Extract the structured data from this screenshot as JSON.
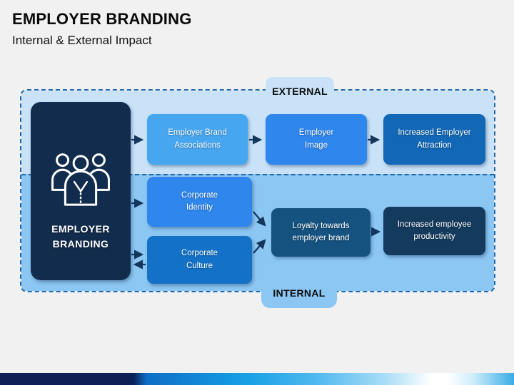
{
  "header": {
    "title": "EMPLOYER BRANDING",
    "subtitle": "Internal & External Impact"
  },
  "diagram": {
    "external_label": "EXTERNAL",
    "internal_label": "INTERNAL",
    "main_box": {
      "label": "EMPLOYER\nBRANDING",
      "color": "#122c4d",
      "icon": "people-icon"
    },
    "external_flow": [
      {
        "label": "Employer Brand\nAssociations",
        "color": "#47a6f0"
      },
      {
        "label": "Employer\nImage",
        "color": "#2f86ec"
      },
      {
        "label": "Increased Employer\nAttraction",
        "color": "#1268b6"
      }
    ],
    "internal_flow": [
      {
        "label": "Corporate\nIdentity",
        "color": "#2f86ec"
      },
      {
        "label": "Corporate\nCulture",
        "color": "#1371c7"
      },
      {
        "label": "Loyalty towards\nemployer brand",
        "color": "#16527f"
      },
      {
        "label": "Increased employee\nproductivity",
        "color": "#143a5e"
      }
    ],
    "colors": {
      "external_bg": "#c9e2f8",
      "internal_bg": "#8cc6f3",
      "dashed_border": "#2268ae",
      "arrow": "#13365c"
    }
  }
}
